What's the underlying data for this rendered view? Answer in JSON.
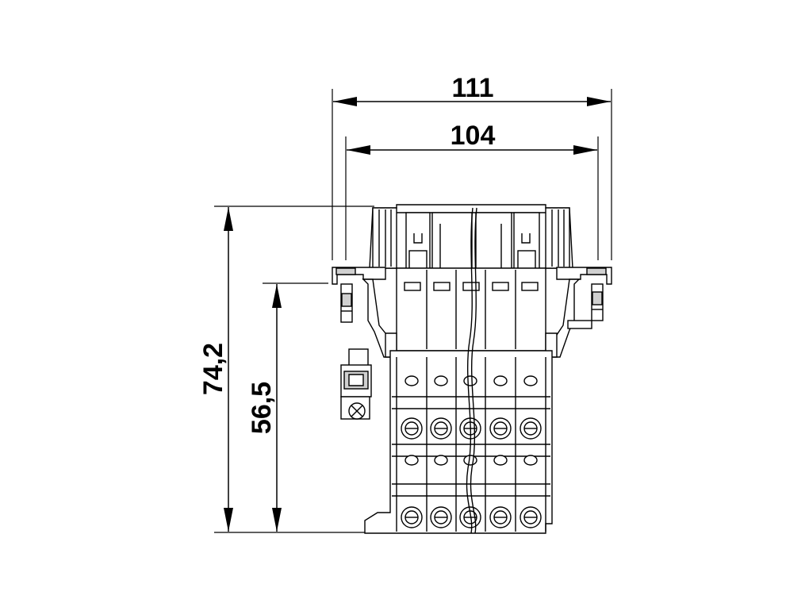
{
  "dimensions": {
    "overall_width": "111",
    "flange_width": "104",
    "overall_height": "74,2",
    "body_height": "56,5"
  },
  "colors": {
    "line": "#000000",
    "fill": "#ffffff",
    "shade": "#d0d0d0"
  }
}
